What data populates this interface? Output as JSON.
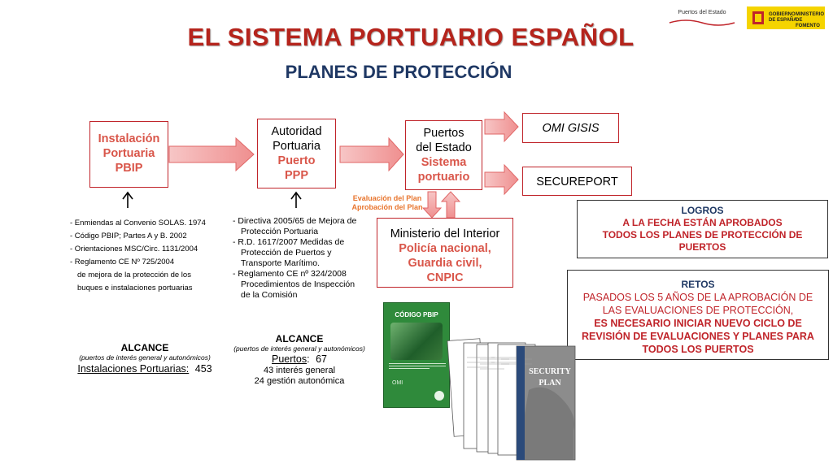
{
  "header": {
    "title": "EL SISTEMA PORTUARIO ESPAÑOL",
    "subtitle": "PLANES DE PROTECCIÓN",
    "logo_puertos": "Puertos del Estado",
    "logo_gob_1": "GOBIERNO",
    "logo_gob_2": "DE ESPAÑA",
    "logo_min_1": "MINISTERIO",
    "logo_min_2": "DE FOMENTO"
  },
  "boxes": {
    "instalacion": {
      "l1": "Instalación",
      "l2": "Portuaria",
      "l3": "PBIP"
    },
    "autoridad": {
      "l1": "Autoridad",
      "l2": "Portuaria",
      "l3": "Puerto",
      "l4": "PPP"
    },
    "puertos": {
      "l1": "Puertos",
      "l2": "del Estado",
      "l3": "Sistema",
      "l4": "portuario"
    },
    "omi": "OMI GISIS",
    "secureport": "SECUREPORT",
    "ministerio": {
      "l1": "Ministerio del Interior",
      "l2": "Policía nacional,",
      "l3": "Guardia civil,",
      "l4": "CNPIC"
    }
  },
  "eval_labels": {
    "l1": "Evaluación del Plan",
    "l2": "Aprobación del Plan"
  },
  "notes_instalacion": [
    "-  Enmiendas al Convenio SOLAS. 1974",
    "-  Código PBIP; Partes A y B. 2002",
    "-  Orientaciones MSC/Circ. 1131/2004",
    "-  Reglamento CE Nº 725/2004",
    "de mejora de la protección de los",
    "buques e instalaciones portuarias"
  ],
  "notes_autoridad": [
    "- Directiva 2005/65 de Mejora de",
    "Protección Portuaria",
    "-  R.D. 1617/2007 Medidas de",
    "Protección de Puertos y",
    "Transporte Marítimo.",
    "-  Reglamento CE nº 324/2008",
    "Procedimientos de Inspección",
    "de la Comisión"
  ],
  "alcance_left": {
    "title": "ALCANCE",
    "sub": "(puertos de interés general y autonómicos)",
    "label": "Instalaciones Portuarias:",
    "value": "453"
  },
  "alcance_mid": {
    "title": "ALCANCE",
    "sub": "(puertos de interés general y autonómicos)",
    "label": "Puertos",
    "value": "67",
    "l3": "43 interés general",
    "l4": "24 gestión autonómica"
  },
  "logros": {
    "title": "LOGROS",
    "l1": "A LA FECHA ESTÁN APROBADOS",
    "l2": "TODOS LOS PLANES DE PROTECCIÓN DE",
    "l3": "PUERTOS"
  },
  "retos": {
    "title": "RETOS",
    "l1": "PASADOS LOS 5 AÑOS DE LA APROBACIÓN DE",
    "l2": "LAS EVALUACIONES DE PROTECCIÓN,",
    "l3": "ES NECESARIO INICIAR NUEVO CICLO DE",
    "l4": "REVISIÓN DE EVALUACIONES Y PLANES PARA",
    "l5": "TODOS LOS PUERTOS"
  },
  "book": {
    "title": "CÓDIGO PBIP",
    "label": "OMI"
  },
  "security_plan": {
    "l1": "SECURITY",
    "l2": "PLAN"
  },
  "colors": {
    "red": "#c0242a",
    "navy": "#1f3864",
    "arrow": "#f2a6a6",
    "arrow_border": "#e06666",
    "orange": "#e8752e",
    "green": "#2e8b3a"
  }
}
